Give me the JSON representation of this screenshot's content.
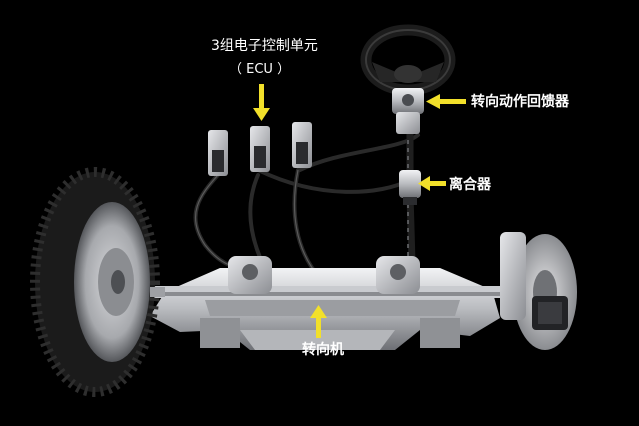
{
  "labels": {
    "ecu_title": "3组电子控制单元",
    "ecu_subtitle": "（ ECU ）",
    "feedback": "转向动作回馈器",
    "clutch": "离合器",
    "steering_gear": "转向机"
  },
  "colors": {
    "background": "#000000",
    "arrow": "#f2e02a",
    "label": "#ffffff",
    "metal_light": "#d9dadc",
    "metal_dark": "#7d7f84",
    "tire": "#1b1b1b"
  }
}
